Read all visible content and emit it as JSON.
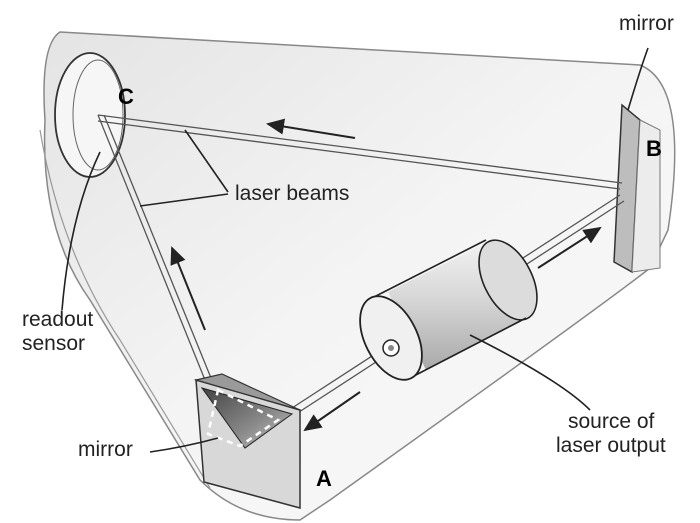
{
  "labels": {
    "mirror_top": "mirror",
    "laser_beams": "laser beams",
    "readout_sensor": [
      "readout",
      "sensor"
    ],
    "mirror_left": "mirror",
    "source": [
      "source of",
      "laser output"
    ]
  },
  "points": {
    "a": "A",
    "b": "B",
    "c": "C"
  }
}
